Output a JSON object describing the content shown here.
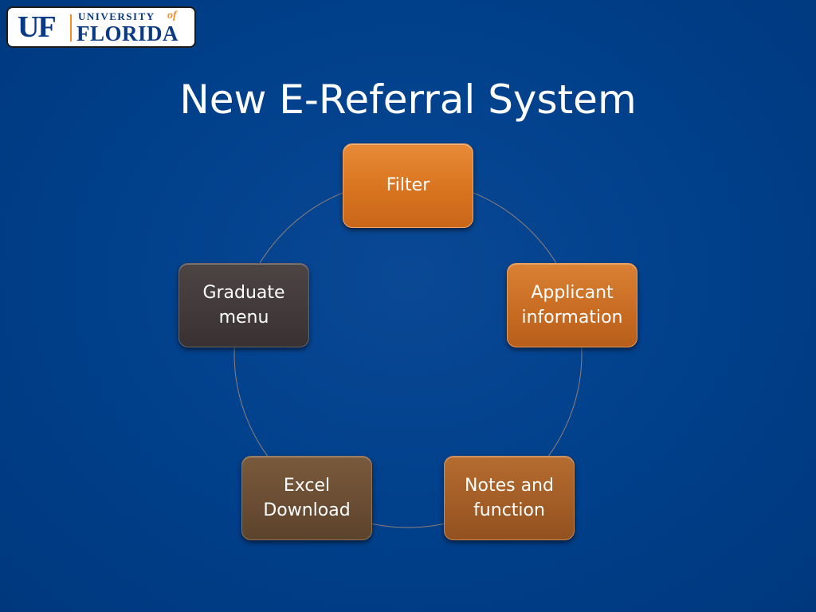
{
  "logo": {
    "initials": "UF",
    "university": "UNIVERSITY",
    "of": "of",
    "name": "FLORIDA"
  },
  "slide": {
    "title": "New E-Referral System"
  },
  "cycle": {
    "nodes": [
      {
        "label": "Filter",
        "color": "#dc7a28"
      },
      {
        "label": "Applicant\ninformation",
        "color": "#c96d23"
      },
      {
        "label": "Notes and\nfunction",
        "color": "#a35d26"
      },
      {
        "label": "Excel\nDownload",
        "color": "#6a4d33"
      },
      {
        "label": "Graduate\nmenu",
        "color": "#423a3b"
      }
    ]
  },
  "colors": {
    "background": "#003f8a",
    "brand_blue": "#0a3a85",
    "brand_orange": "#f28c28"
  }
}
